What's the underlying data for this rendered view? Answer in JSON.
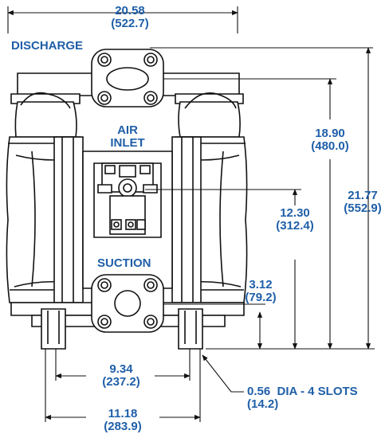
{
  "labels": {
    "discharge": "DISCHARGE",
    "air_inlet_line1": "AIR",
    "air_inlet_line2": "INLET",
    "suction": "SUCTION"
  },
  "dimensions": {
    "overall_width": {
      "in": "20.58",
      "mm": "(522.7)"
    },
    "discharge_height": {
      "in": "18.90",
      "mm": "(480.0)"
    },
    "overall_height": {
      "in": "21.77",
      "mm": "(552.9)"
    },
    "air_inlet_height": {
      "in": "12.30",
      "mm": "(312.4)"
    },
    "suction_height": {
      "in": "3.12",
      "mm": "(79.2)"
    },
    "inner_slot_spacing": {
      "in": "9.34",
      "mm": "(237.2)"
    },
    "outer_slot_spacing": {
      "in": "11.18",
      "mm": "(283.9)"
    },
    "mount_slots": {
      "in": "0.56",
      "text": "DIA - 4 SLOTS",
      "mm": "(14.2)"
    }
  },
  "colors": {
    "label_blue": "#1f5fa8",
    "line_black": "#111111"
  }
}
